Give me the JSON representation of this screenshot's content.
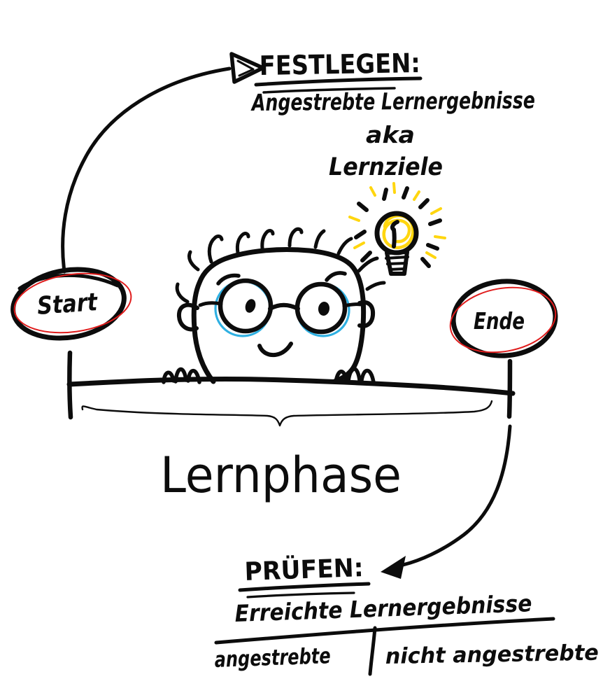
{
  "colors": {
    "ink": "#0c0c0c",
    "red": "#e01c1c",
    "cyan": "#2fb0e2",
    "yellow": "#ffd60f"
  },
  "top_annotation": {
    "heading": "FESTLEGEN:",
    "line1": "Angestrebte Lernergebnisse",
    "line2": "aka",
    "line3": "Lernziele"
  },
  "timeline": {
    "start_label": "Start",
    "end_label": "Ende",
    "phase_label": "Lernphase"
  },
  "bottom_annotation": {
    "heading": "PRÜFEN:",
    "line1": "Erreichte Lernergebnisse",
    "columns": [
      "angestrebte",
      "nicht angestrebte"
    ]
  }
}
